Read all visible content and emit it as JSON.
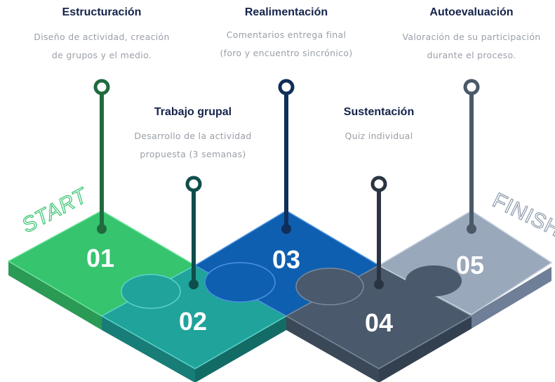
{
  "start_label": "START",
  "finish_label": "FINISH",
  "steps": [
    {
      "number": "01",
      "title": "Estructuración",
      "desc_line1": "Diseño de actividad, creación",
      "desc_line2": "de grupos y el medio.",
      "color": "#36c46f"
    },
    {
      "number": "02",
      "title": "Trabajo grupal",
      "desc_line1": "Desarrollo de la actividad",
      "desc_line2": "propuesta (3 semanas)",
      "color": "#1fa39a"
    },
    {
      "number": "03",
      "title": "Realimentación",
      "desc_line1": "Comentarios entrega final",
      "desc_line2": "(foro y encuentro sincrónico)",
      "color": "#0f5fb0"
    },
    {
      "number": "04",
      "title": "Sustentación",
      "desc_line1": "Quiz individual",
      "desc_line2": "",
      "color": "#4a5a6c"
    },
    {
      "number": "05",
      "title": "Autoevaluación",
      "desc_line1": "Valoración de su participación",
      "desc_line2": "durante el proceso.",
      "color": "#9aa8bb"
    }
  ]
}
